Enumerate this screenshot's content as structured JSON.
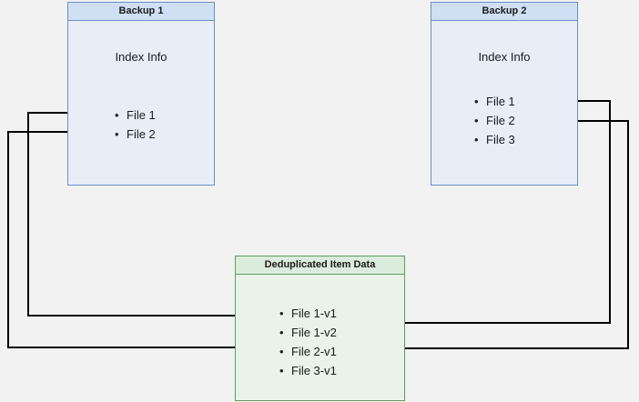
{
  "diagram": {
    "background_color": "#f2f2f2",
    "boxes": [
      {
        "id": "backup1",
        "header": "Backup 1",
        "title": "Index Info",
        "accent_color": "#6b8fc4",
        "fill_color": "#e8eef8",
        "items": [
          "File 1",
          "File 2"
        ]
      },
      {
        "id": "backup2",
        "header": "Backup 2",
        "title": "Index Info",
        "accent_color": "#6b8fc4",
        "fill_color": "#e8eef8",
        "items": [
          "File 1",
          "File 2",
          "File 3"
        ]
      },
      {
        "id": "dedup",
        "header": "Deduplicated Item Data",
        "title": "",
        "accent_color": "#5f9b5f",
        "fill_color": "#eaf3ea",
        "items": [
          "File 1-v1",
          "File 1-v2",
          "File 2-v1",
          "File 3-v1"
        ]
      }
    ],
    "connector_color": "#000000"
  }
}
